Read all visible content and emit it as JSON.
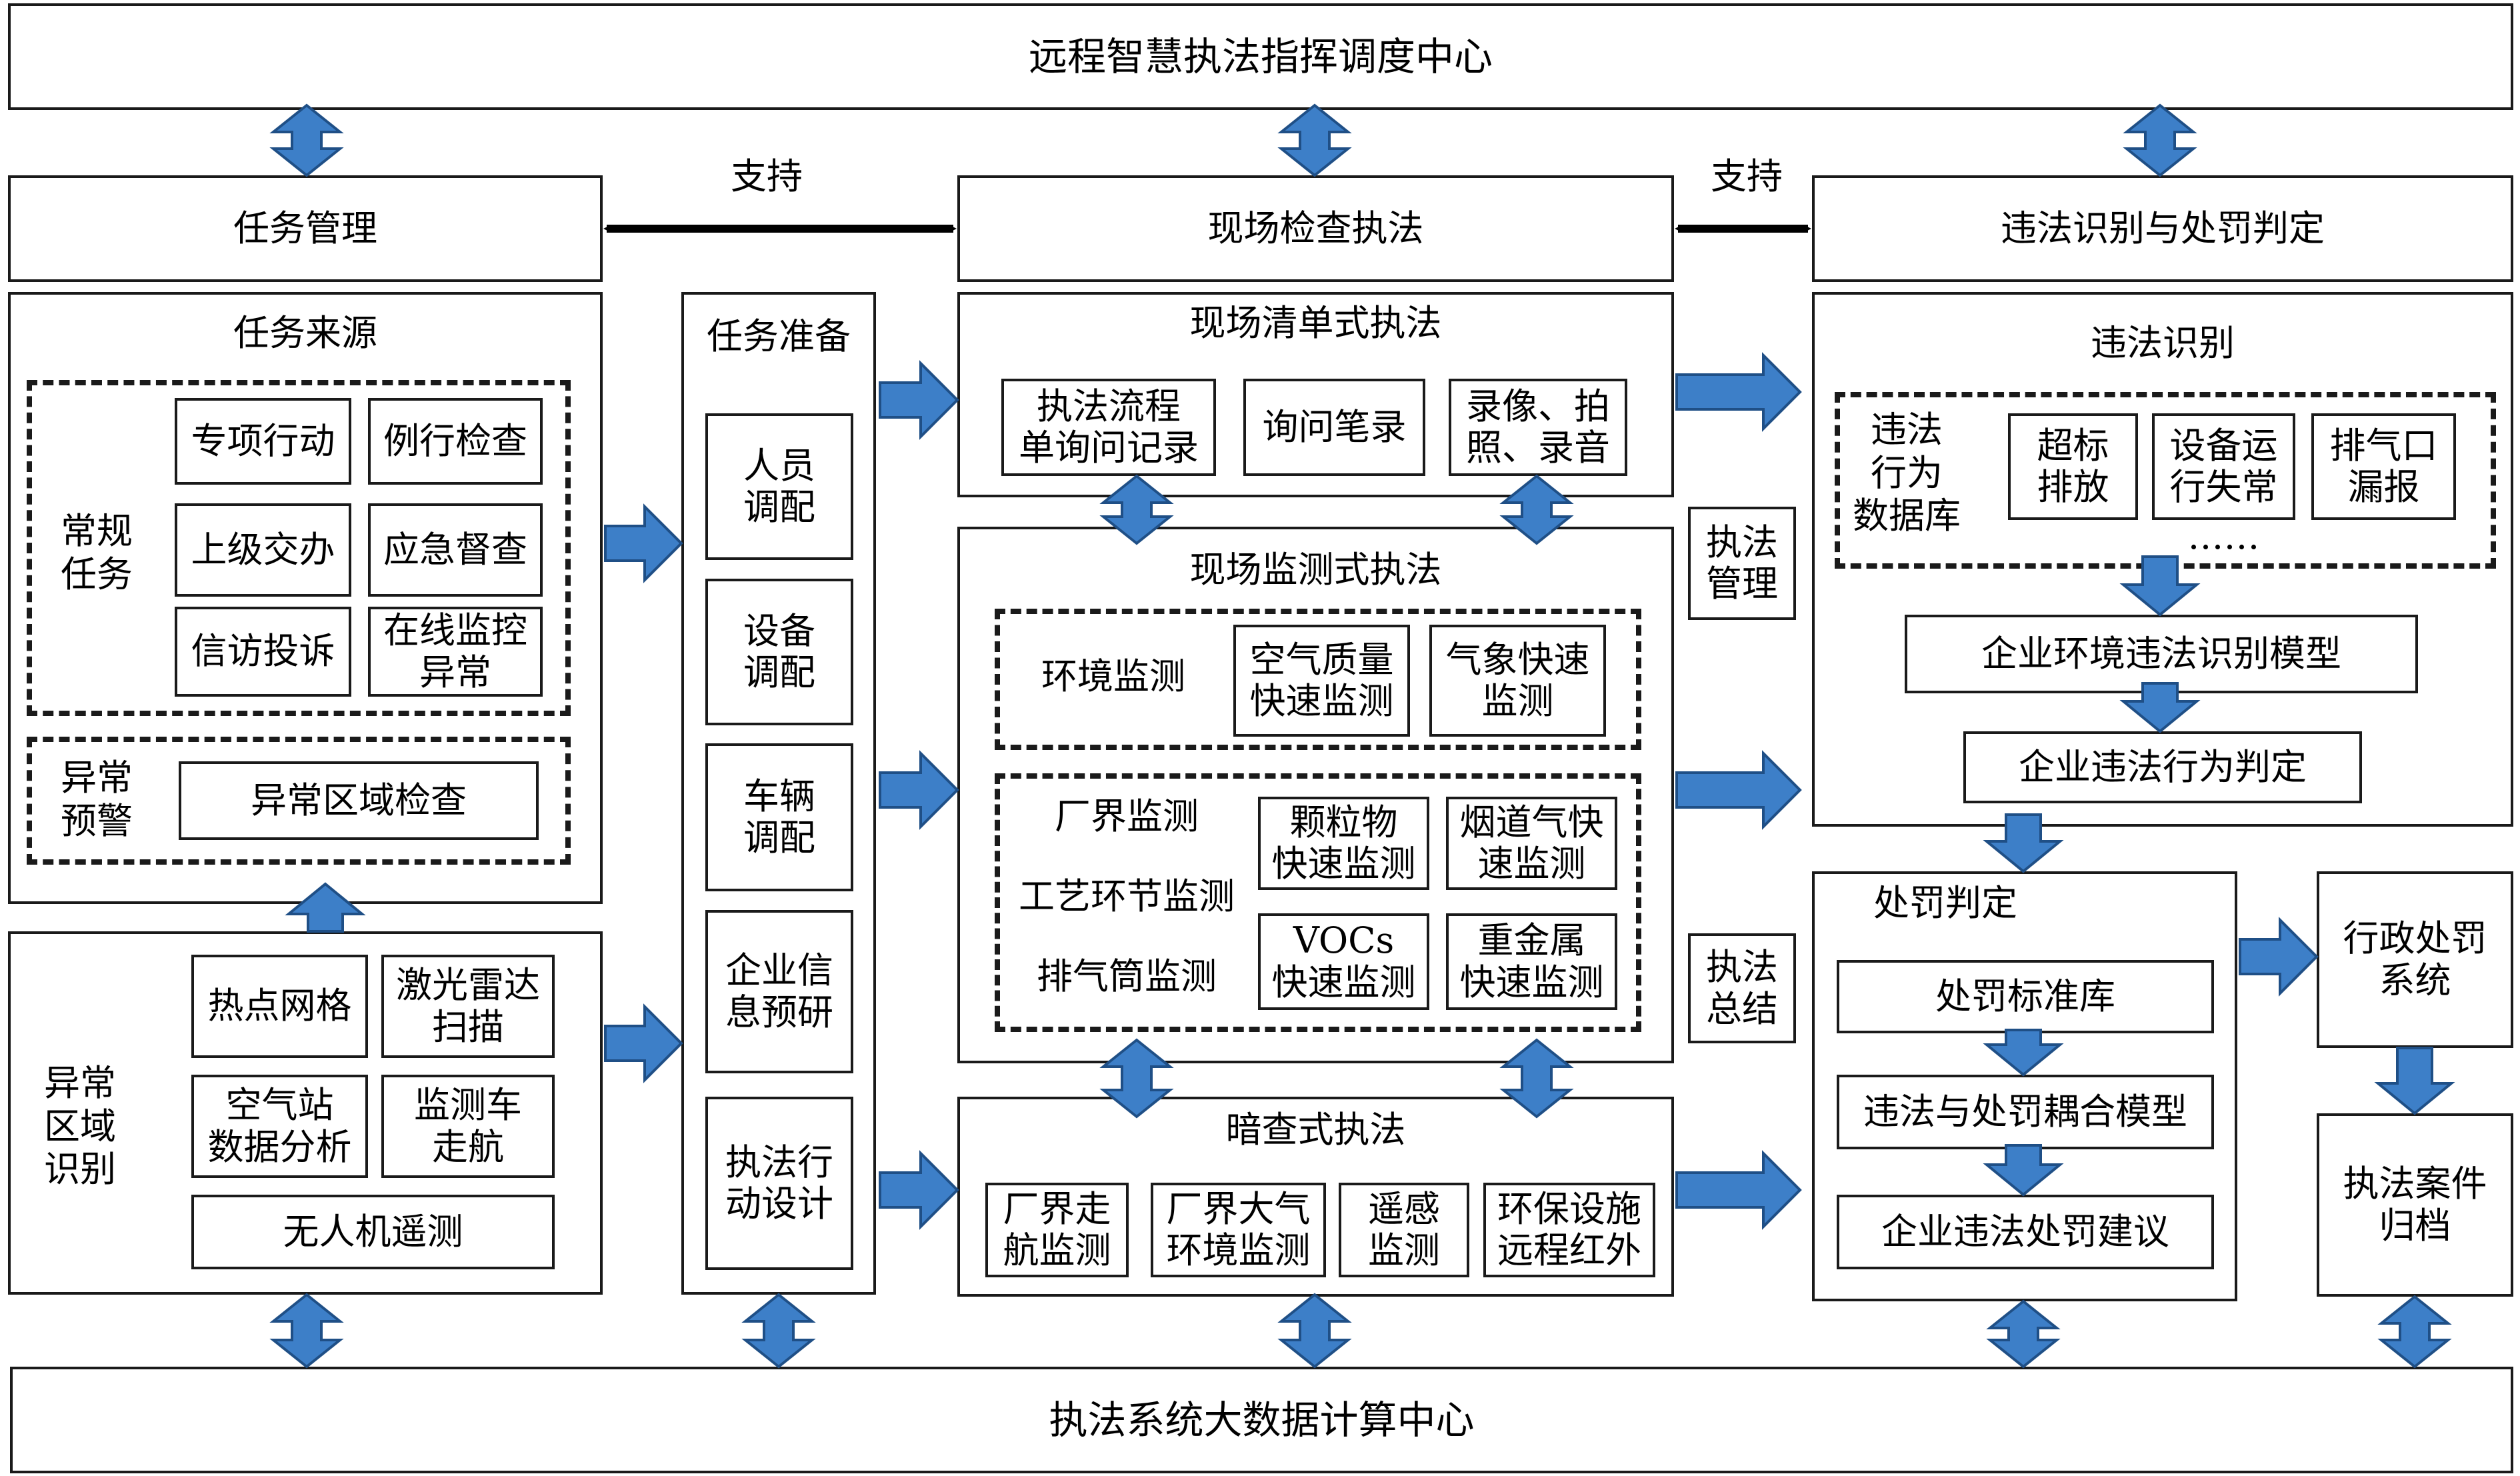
{
  "top_center": "远程智慧执法指挥调度中心",
  "bottom_center": "执法系统大数据计算中心",
  "support_label_1": "支持",
  "support_label_2": "支持",
  "task_mgmt": {
    "title": "任务管理",
    "source_title": "任务来源",
    "regular_label": "常规\n任务",
    "regular_items": [
      "专项行动",
      "例行检查",
      "上级交办",
      "应急督查",
      "信访投诉",
      "在线监控\n异常"
    ],
    "anomaly_warning_label": "异常\n预警",
    "anomaly_warning_item": "异常区域检查",
    "anomaly_area_label": "异常\n区域\n识别",
    "anomaly_area_items": [
      "热点网格",
      "激光雷达\n扫描",
      "空气站\n数据分析",
      "监测车\n走航",
      "无人机遥测"
    ]
  },
  "task_prep": {
    "title": "任务准备",
    "items": [
      "人员\n调配",
      "设备\n调配",
      "车辆\n调配",
      "企业信\n息预研",
      "执法行\n动设计"
    ]
  },
  "onsite": {
    "title": "现场检查执法",
    "checklist_title": "现场清单式执法",
    "checklist_items": [
      "执法流程\n单询问记录",
      "询问笔录",
      "录像、拍\n照、录音"
    ],
    "monitoring_title": "现场监测式执法",
    "env_monitor_label": "环境监测",
    "env_monitor_items": [
      "空气质量\n快速监测",
      "气象快速\n监测"
    ],
    "plant_labels": [
      "厂界监测",
      "工艺环节监测",
      "排气筒监测"
    ],
    "plant_items": [
      "颗粒物\n快速监测",
      "烟道气快\n速监测",
      "VOCs\n快速监测",
      "重金属\n快速监测"
    ],
    "covert_title": "暗查式执法",
    "covert_items": [
      "厂界走\n航监测",
      "厂界大气\n环境监测",
      "遥感\n监测",
      "环保设施\n远程红外"
    ]
  },
  "side_labels": [
    "执法\n管理",
    "执法\n总结"
  ],
  "violation": {
    "title": "违法识别与处罚判定",
    "identify_title": "违法识别",
    "db_label": "违法\n行为\n数据库",
    "db_items": [
      "超标\n排放",
      "设备运\n行失常",
      "排气口\n漏报"
    ],
    "db_ellipsis": "……",
    "model": "企业环境违法识别模型",
    "judgement": "企业违法行为判定",
    "penalty_title": "处罚判定",
    "penalty_items": [
      "处罚标准库",
      "违法与处罚耦合模型",
      "企业违法处罚建议"
    ]
  },
  "admin_system": "行政处罚\n系统",
  "case_archive": "执法案件\n归档",
  "colors": {
    "arrow_fill": "#3d7fc8",
    "arrow_stroke": "#1f4f86",
    "border": "#1a1a1a"
  }
}
